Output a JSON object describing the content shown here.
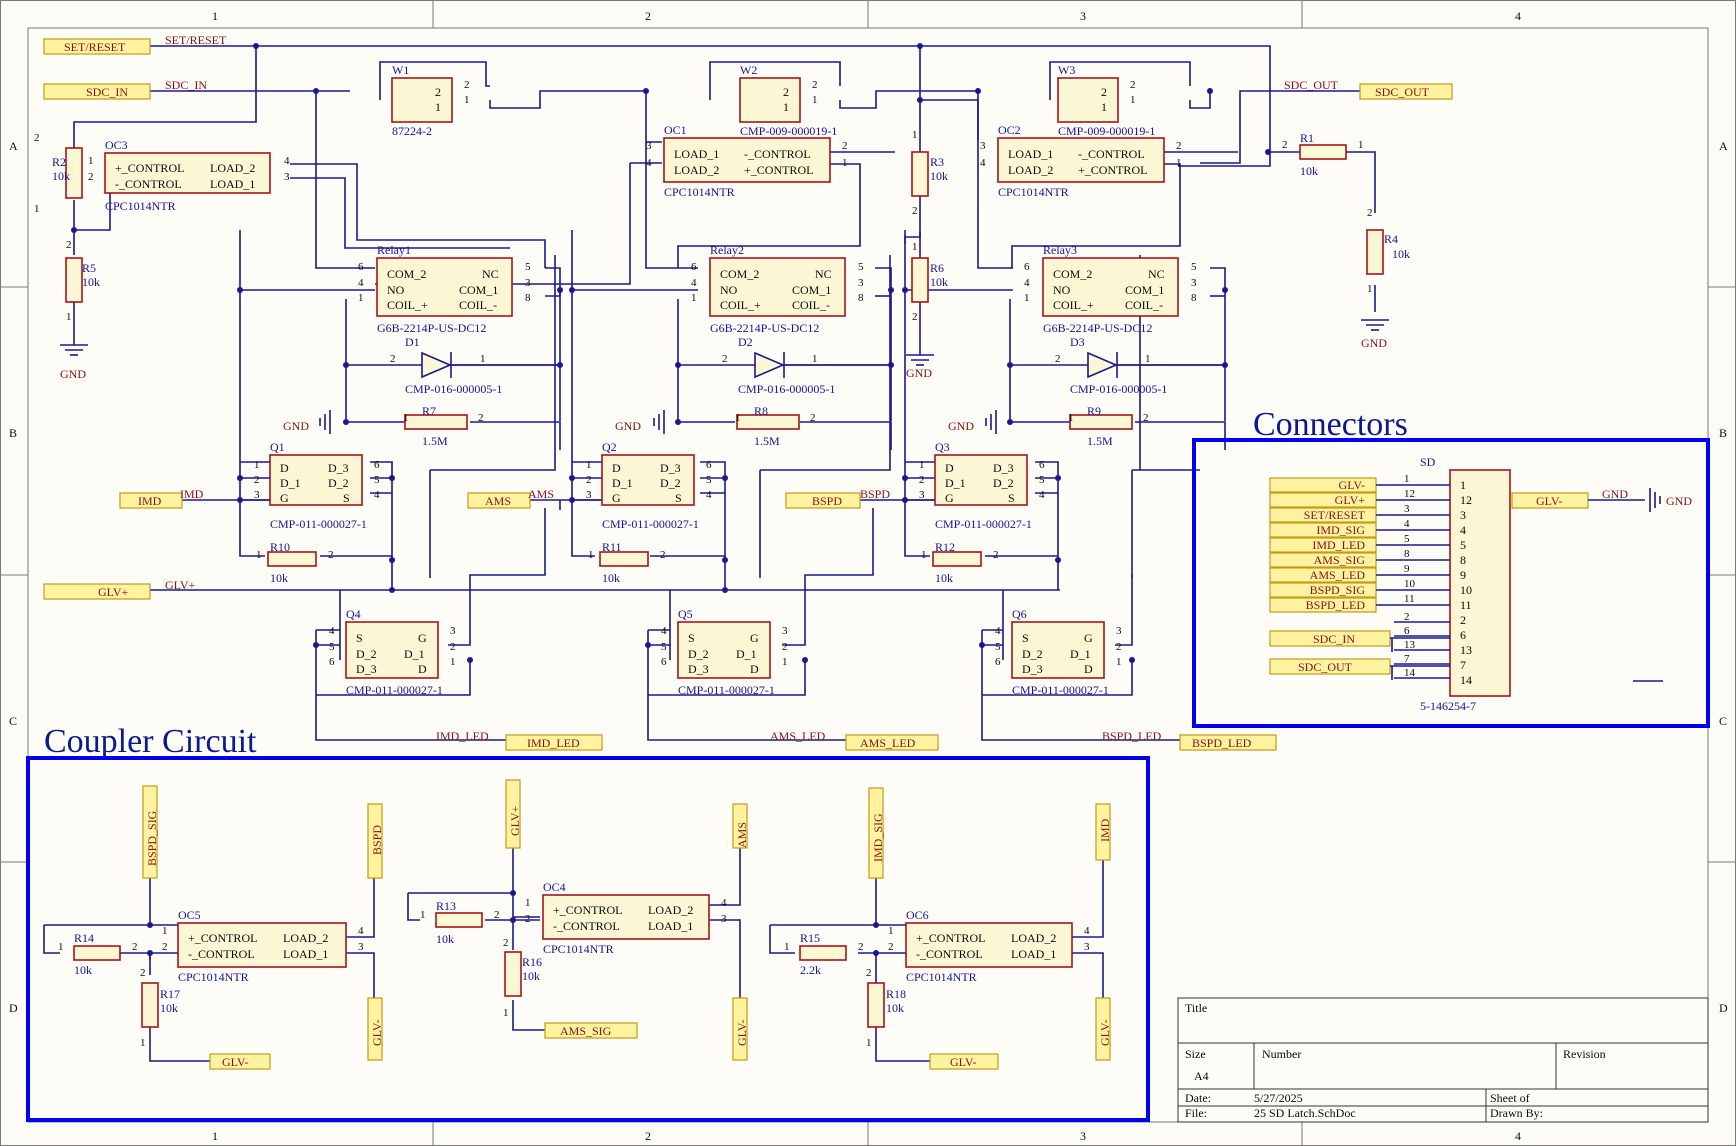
{
  "sheet": {
    "col_markers": [
      "1",
      "2",
      "3",
      "4"
    ],
    "row_markers": [
      "A",
      "B",
      "C",
      "D"
    ]
  },
  "sections": {
    "connectors": "Connectors",
    "coupler": "Coupler Circuit"
  },
  "net_ports": {
    "set_reset": "SET/RESET",
    "sdc_in": "SDC_IN",
    "sdc_out": "SDC_OUT",
    "imd": "IMD",
    "ams": "AMS",
    "bspd": "BSPD",
    "glv_plus": "GLV+",
    "glv_minus": "GLV-",
    "imd_led": "IMD_LED",
    "ams_led": "AMS_LED",
    "bspd_led": "BSPD_LED",
    "bspd_sig": "BSPD_SIG",
    "imd_sig": "IMD_SIG",
    "ams_sig": "AMS_SIG",
    "gnd": "GND"
  },
  "net_labels": {
    "set_reset": "SET/RESET",
    "sdc_in": "SDC_IN",
    "sdc_out": "SDC_OUT",
    "imd": "IMD",
    "ams": "AMS",
    "bspd": "BSPD",
    "glv_plus": "GLV+",
    "imd_led": "IMD_LED",
    "ams_led": "AMS_LED",
    "bspd_led": "BSPD_LED",
    "gnd": "GND"
  },
  "jumpers": [
    {
      "ref": "W1",
      "part": "87224-2"
    },
    {
      "ref": "W2",
      "part": "CMP-009-000019-1"
    },
    {
      "ref": "W3",
      "part": "CMP-009-000019-1"
    }
  ],
  "optocouplers": [
    {
      "ref": "OC1",
      "part": "CPC1014NTR",
      "p1": "LOAD_1",
      "p2": "LOAD_2",
      "p3": "-_CONTROL",
      "p4": "+_CONTROL"
    },
    {
      "ref": "OC2",
      "part": "CPC1014NTR",
      "p1": "LOAD_1",
      "p2": "LOAD_2",
      "p3": "-_CONTROL",
      "p4": "+_CONTROL"
    },
    {
      "ref": "OC3",
      "part": "CPC1014NTR",
      "p1": "+_CONTROL",
      "p2": "-_CONTROL",
      "p3": "LOAD_2",
      "p4": "LOAD_1"
    },
    {
      "ref": "OC4",
      "part": "CPC1014NTR",
      "p1": "+_CONTROL",
      "p2": "-_CONTROL",
      "p3": "LOAD_2",
      "p4": "LOAD_1"
    },
    {
      "ref": "OC5",
      "part": "CPC1014NTR",
      "p1": "+_CONTROL",
      "p2": "-_CONTROL",
      "p3": "LOAD_2",
      "p4": "LOAD_1"
    },
    {
      "ref": "OC6",
      "part": "CPC1014NTR",
      "p1": "+_CONTROL",
      "p2": "-_CONTROL",
      "p3": "LOAD_2",
      "p4": "LOAD_1"
    }
  ],
  "relays": [
    {
      "ref": "Relay1",
      "part": "G6B-2214P-US-DC12",
      "p1": "COM_2",
      "p2": "NO",
      "p3": "COIL_+",
      "p4": "NC",
      "p5": "COM_1",
      "p6": "COIL_-"
    },
    {
      "ref": "Relay2",
      "part": "G6B-2214P-US-DC12",
      "p1": "COM_2",
      "p2": "NO",
      "p3": "COIL_+",
      "p4": "NC",
      "p5": "COM_1",
      "p6": "COIL_-"
    },
    {
      "ref": "Relay3",
      "part": "G6B-2214P-US-DC12",
      "p1": "COM_2",
      "p2": "NO",
      "p3": "COIL_+",
      "p4": "NC",
      "p5": "COM_1",
      "p6": "COIL_-"
    }
  ],
  "diodes": [
    {
      "ref": "D1",
      "part": "CMP-016-000005-1"
    },
    {
      "ref": "D2",
      "part": "CMP-016-000005-1"
    },
    {
      "ref": "D3",
      "part": "CMP-016-000005-1"
    }
  ],
  "mosfets_n": [
    {
      "ref": "Q1",
      "part": "CMP-011-000027-1"
    },
    {
      "ref": "Q2",
      "part": "CMP-011-000027-1"
    },
    {
      "ref": "Q3",
      "part": "CMP-011-000027-1"
    }
  ],
  "mosfets_p": [
    {
      "ref": "Q4",
      "part": "CMP-011-000027-1"
    },
    {
      "ref": "Q5",
      "part": "CMP-011-000027-1"
    },
    {
      "ref": "Q6",
      "part": "CMP-011-000027-1"
    }
  ],
  "resistors": {
    "R1": "10k",
    "R2": "10k",
    "R3": "10k",
    "R4": "10k",
    "R5": "10k",
    "R6": "10k",
    "R7": "1.5M",
    "R8": "1.5M",
    "R9": "1.5M",
    "R10": "10k",
    "R11": "10k",
    "R12": "10k",
    "R13": "10k",
    "R14": "10k",
    "R15": "2.2k",
    "R16": "10k",
    "R17": "10k",
    "R18": "10k"
  },
  "connector": {
    "ref": "SD",
    "part": "5-146254-7",
    "signals": [
      "GLV-",
      "GLV+",
      "SET/RESET",
      "IMD_SIG",
      "IMD_LED",
      "AMS_SIG",
      "AMS_LED",
      "BSPD_SIG",
      "BSPD_LED"
    ],
    "sig_pins": [
      "1",
      "12",
      "3",
      "4",
      "5",
      "8",
      "9",
      "10",
      "11"
    ],
    "body_pins": [
      "1",
      "12",
      "3",
      "4",
      "5",
      "8",
      "9",
      "10",
      "11",
      "2",
      "6",
      "13",
      "7",
      "14"
    ],
    "lower_pins": [
      "2",
      "6",
      "13",
      "7",
      "14"
    ]
  },
  "title_block": {
    "title_label": "Title",
    "size_label": "Size",
    "size_value": "A4",
    "number_label": "Number",
    "revision_label": "Revision",
    "date_label": "Date:",
    "date_value": "5/27/2025",
    "file_label": "File:",
    "file_value": "25 SD Latch.SchDoc",
    "sheet_label": "Sheet  of",
    "drawn_label": "Drawn By:"
  }
}
